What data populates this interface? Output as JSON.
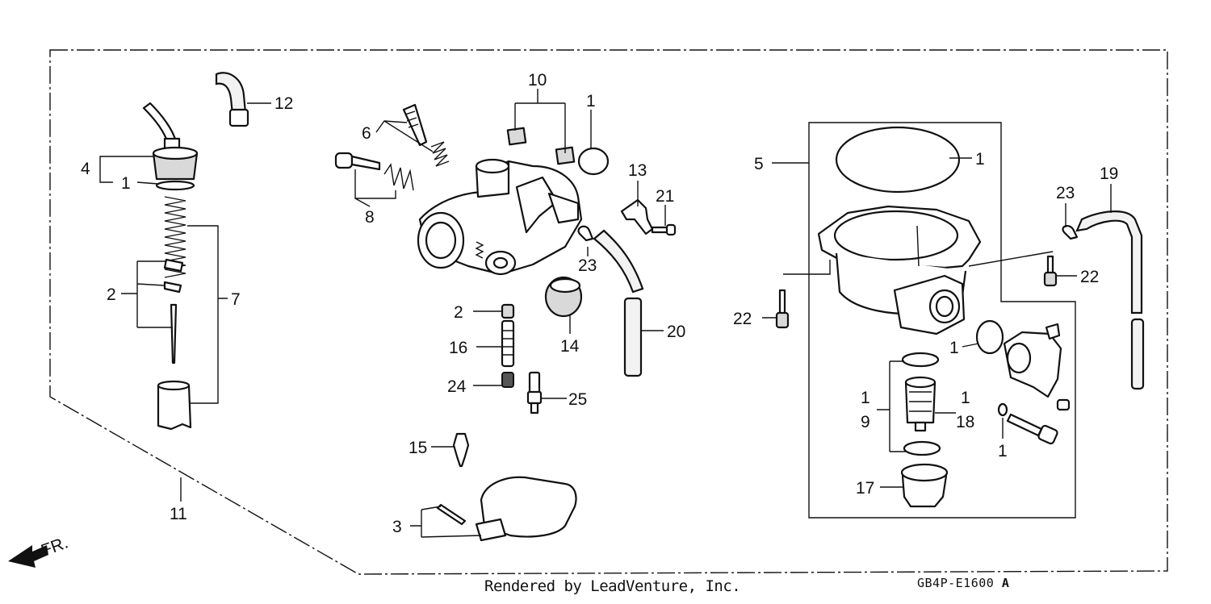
{
  "callouts": {
    "c1a": "1",
    "c1b": "1",
    "c1c": "1",
    "c1d": "1",
    "c1e": "1",
    "c1f": "1",
    "c1g": "1",
    "c2a": "2",
    "c2b": "2",
    "c3": "3",
    "c4": "4",
    "c5": "5",
    "c6": "6",
    "c7": "7",
    "c8": "8",
    "c9": "9",
    "c10": "10",
    "c11": "11",
    "c12": "12",
    "c13": "13",
    "c14": "14",
    "c15": "15",
    "c16": "16",
    "c17": "17",
    "c18": "18",
    "c19": "19",
    "c20": "20",
    "c21": "21",
    "c22a": "22",
    "c22b": "22",
    "c23a": "23",
    "c23b": "23",
    "c24": "24",
    "c25": "25"
  },
  "front_marker": "FR.",
  "footer": "Rendered by LeadVenture, Inc.",
  "diagram_code": "GB4P-E1600",
  "diagram_rev": "A"
}
